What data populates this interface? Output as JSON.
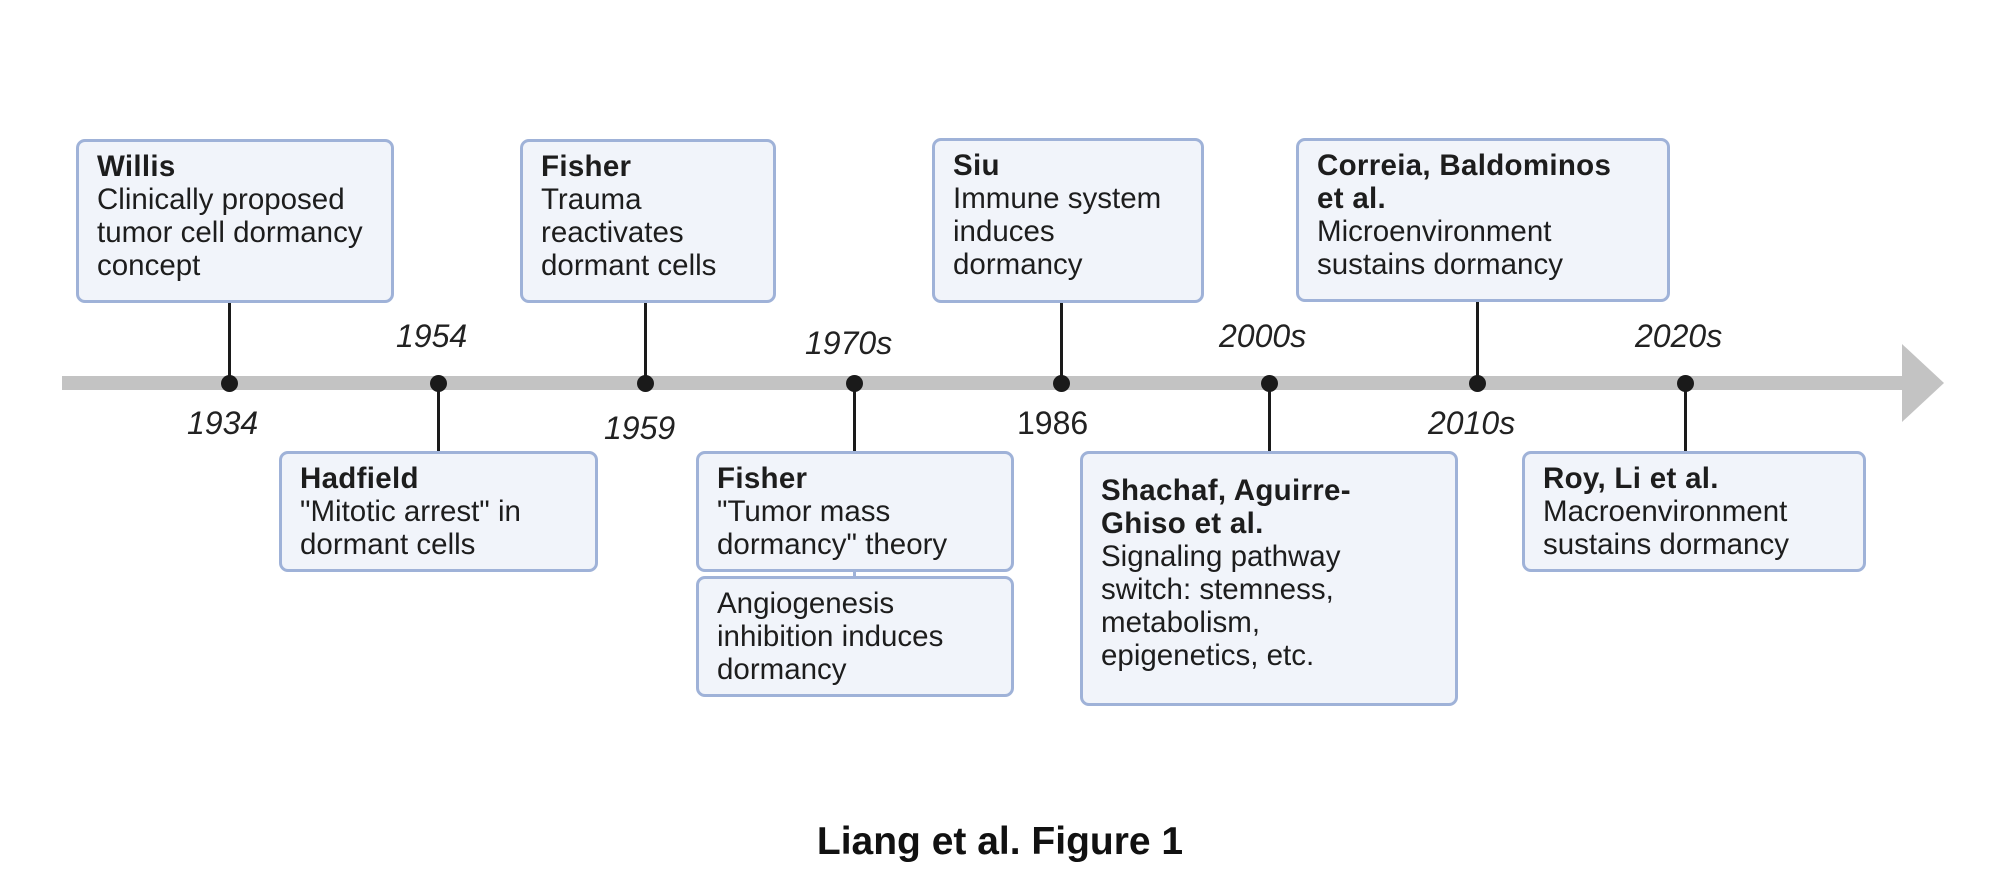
{
  "figure": {
    "caption": "Liang et al. Figure 1"
  },
  "timeline": {
    "years": [
      "1934",
      "1954",
      "1959",
      "1970s",
      "1986",
      "2000s",
      "2010s",
      "2020s"
    ],
    "events": [
      {
        "year": "1934",
        "author": "Willis",
        "description": "Clinically proposed tumor cell dormancy concept"
      },
      {
        "year": "1954",
        "author": "Hadfield",
        "description": "\"Mitotic arrest\" in dormant cells"
      },
      {
        "year": "1959",
        "author": "Fisher",
        "description": "Trauma reactivates dormant cells"
      },
      {
        "year": "1970s",
        "author": "Fisher",
        "description": "\"Tumor mass dormancy\" theory",
        "extra": "Angiogenesis inhibition induces dormancy"
      },
      {
        "year": "1986",
        "author": "Siu",
        "description": "Immune system induces dormancy"
      },
      {
        "year": "2000s",
        "author": "Shachaf, Aguirre-Ghiso et al.",
        "description": "Signaling pathway switch: stemness, metabolism, epigenetics, etc."
      },
      {
        "year": "2010s",
        "author": "Correia, Baldominos et al.",
        "description": "Microenvironment sustains dormancy"
      },
      {
        "year": "2020s",
        "author": "Roy, Li et al.",
        "description": "Macroenvironment sustains dormancy"
      }
    ]
  }
}
